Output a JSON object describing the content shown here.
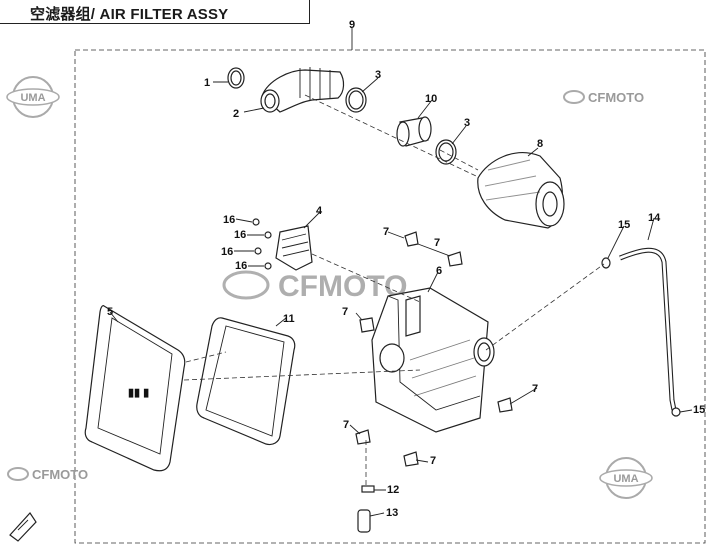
{
  "title": "空滤器组/ AIR FILTER ASSY",
  "watermarks": {
    "uma": "UMA",
    "cfmoto": "CFMOTO"
  },
  "callouts": [
    "9",
    "1",
    "2",
    "3",
    "10",
    "3",
    "8",
    "4",
    "16",
    "16",
    "16",
    "16",
    "7",
    "7",
    "6",
    "15",
    "14",
    "5",
    "11",
    "7",
    "7",
    "7",
    "7",
    "12",
    "13",
    "15"
  ],
  "colors": {
    "line": "#222222",
    "watermark": "#9a9a9a"
  }
}
